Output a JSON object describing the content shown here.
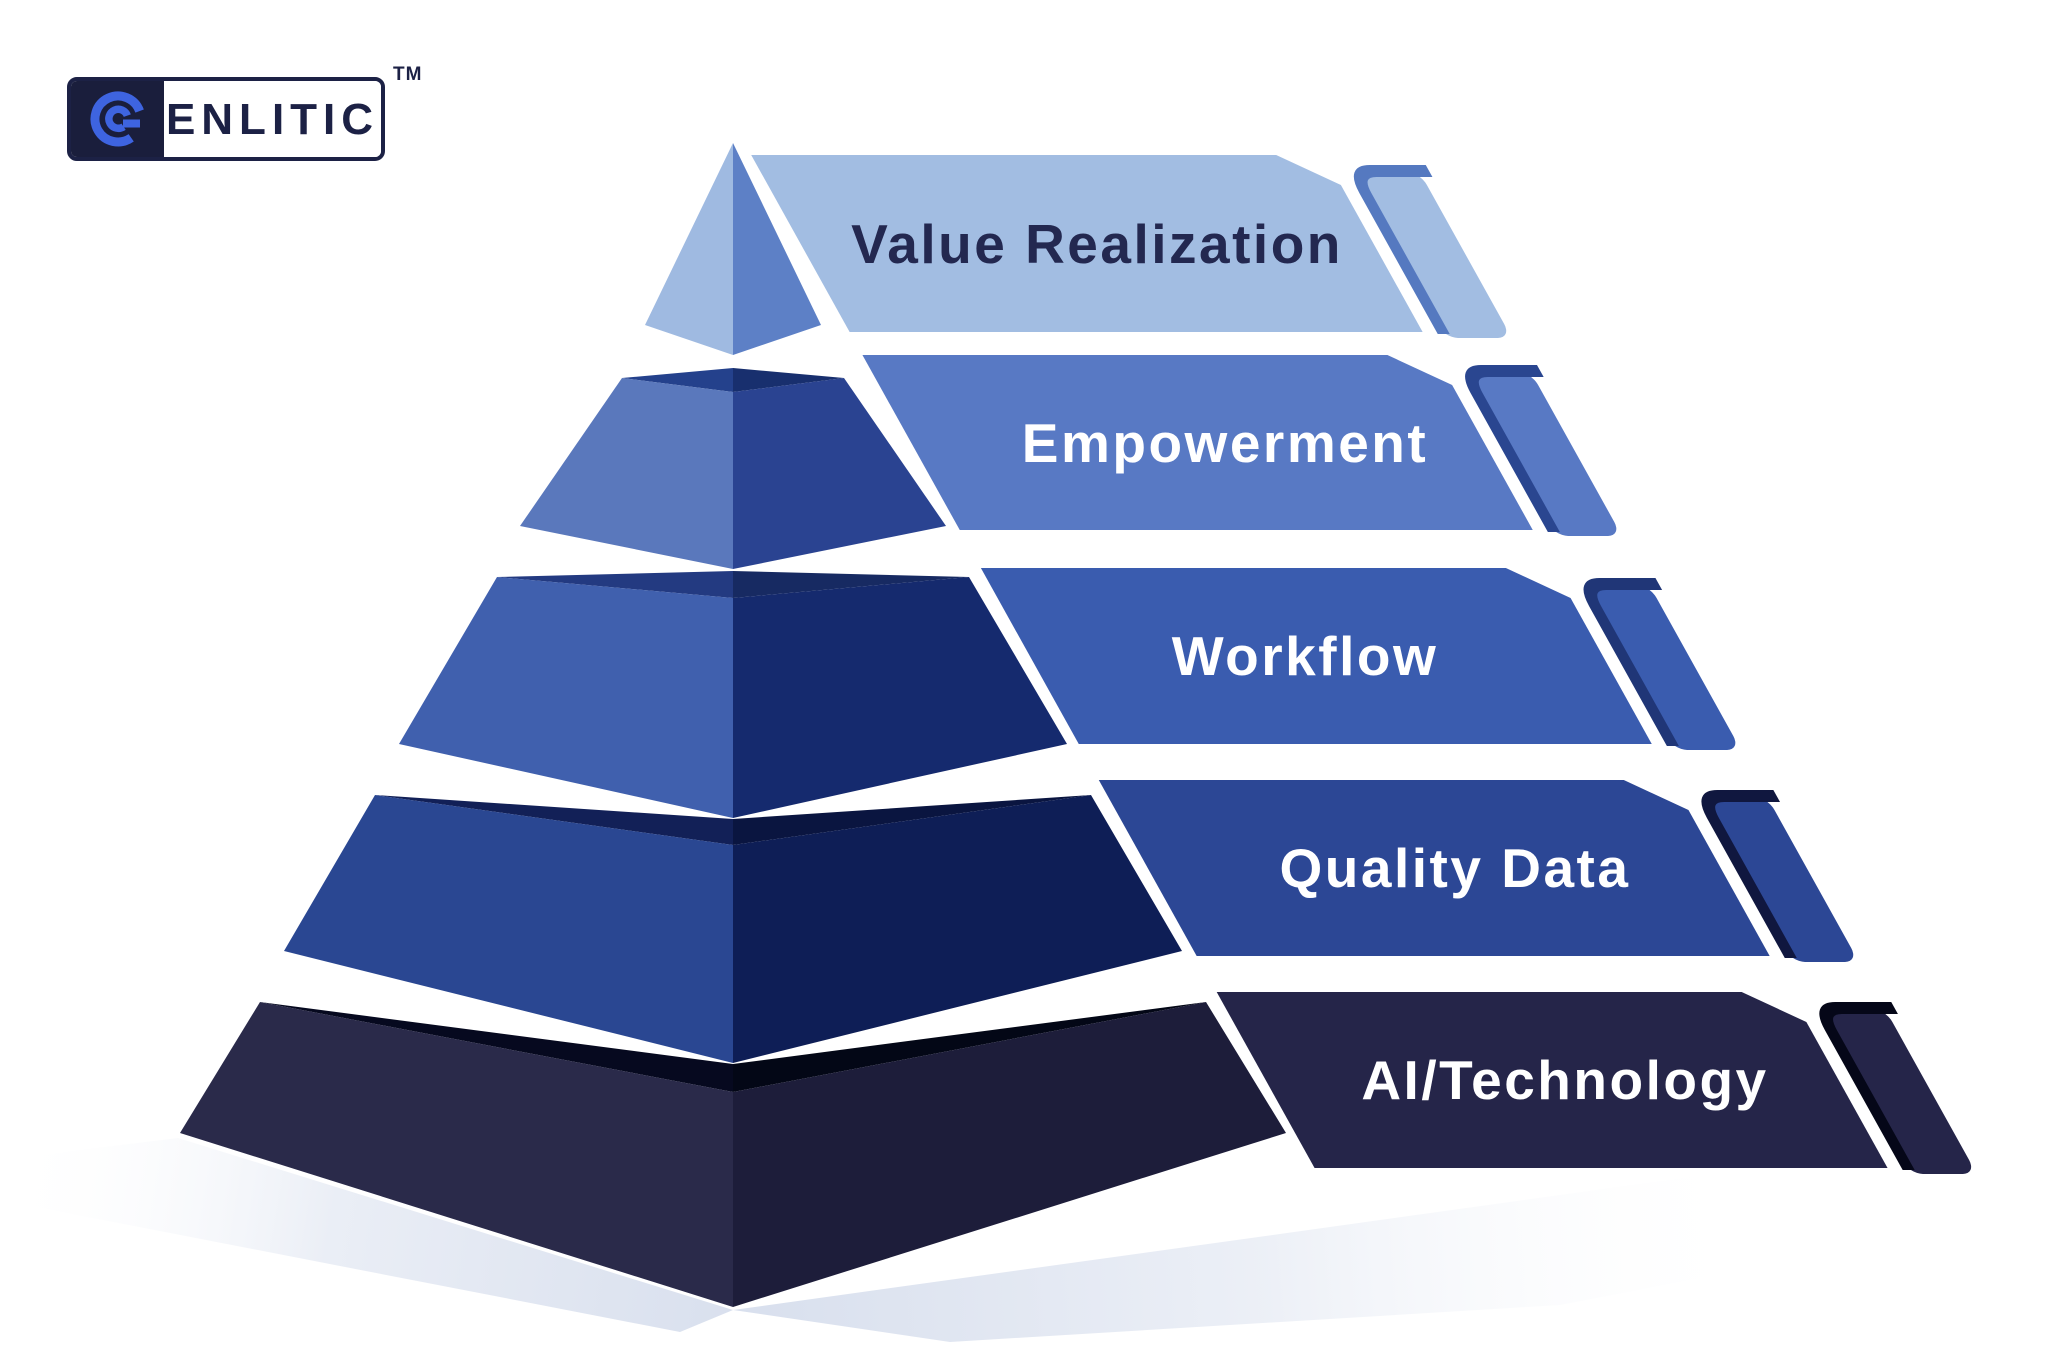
{
  "logo": {
    "brand": "ENLITIC",
    "trademark": "TM",
    "icon": "enlitic-e-icon",
    "box_color": "#1a1e3c",
    "border_color": "#1c2145",
    "icon_color": "#3e64e0"
  },
  "diagram": {
    "type": "pyramid",
    "background_color": "#ffffff",
    "shadow_color": "#d9e0ee",
    "levels": [
      {
        "label": "Value Realization",
        "band_color": "#a2bde2",
        "tab_accent_color": "#5579c0",
        "label_color": "#232850",
        "face_left_color": "#9fbae1",
        "face_right_color": "#5d80c6",
        "top_face_left_color": null,
        "top_face_right_color": null
      },
      {
        "label": "Empowerment",
        "band_color": "#5879c4",
        "tab_accent_color": "#2a4690",
        "label_color": "#ffffff",
        "face_left_color": "#5a78bc",
        "face_right_color": "#2a4391",
        "top_face_left_color": "#24418c",
        "top_face_right_color": "#182f6e"
      },
      {
        "label": "Workflow",
        "band_color": "#3a5caf",
        "tab_accent_color": "#203677",
        "label_color": "#ffffff",
        "face_left_color": "#4060ae",
        "face_right_color": "#152a6e",
        "top_face_left_color": "#233a81",
        "top_face_right_color": "#172a62"
      },
      {
        "label": "Quality Data",
        "band_color": "#2c4795",
        "tab_accent_color": "#10173f",
        "label_color": "#ffffff",
        "face_left_color": "#2a4792",
        "face_right_color": "#0e1e56",
        "top_face_left_color": "#122057",
        "top_face_right_color": "#0a1540"
      },
      {
        "label": "AI/Technology",
        "band_color": "#252549",
        "tab_accent_color": "#050718",
        "label_color": "#ffffff",
        "face_left_color": "#2a2a4a",
        "face_right_color": "#1d1d3a",
        "top_face_left_color": "#06091f",
        "top_face_right_color": "#030716"
      }
    ]
  }
}
